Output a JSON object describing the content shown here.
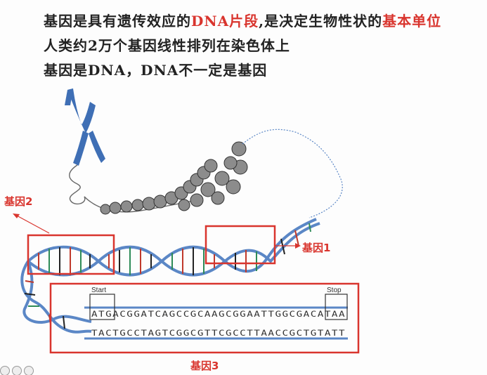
{
  "text_lines": {
    "line1_a": "基因是具有遗传效应的",
    "line1_b": "DNA片段",
    "line1_c": ",是决定生物性状的",
    "line1_d": "基本单位",
    "line2": "人类约2万个基因线性排列在染色体上",
    "line3": "基因是DNA，DNA不一定是基因"
  },
  "labels": {
    "gene1": "基因1",
    "gene2": "基因2",
    "gene3": "基因3",
    "start": "Start",
    "stop": "Stop"
  },
  "sequence": {
    "top": "ATGACGGATCAGCCGCAAGCGGAATTGGCGACATAA",
    "bottom": "TACTGCCTAGTCGGCGTTCGCCTTAACCGCTGTATT"
  },
  "colors": {
    "red": "#d9352e",
    "dna_blue": "#5b87c6",
    "chromosome_blue": "#3f6fb5"
  }
}
